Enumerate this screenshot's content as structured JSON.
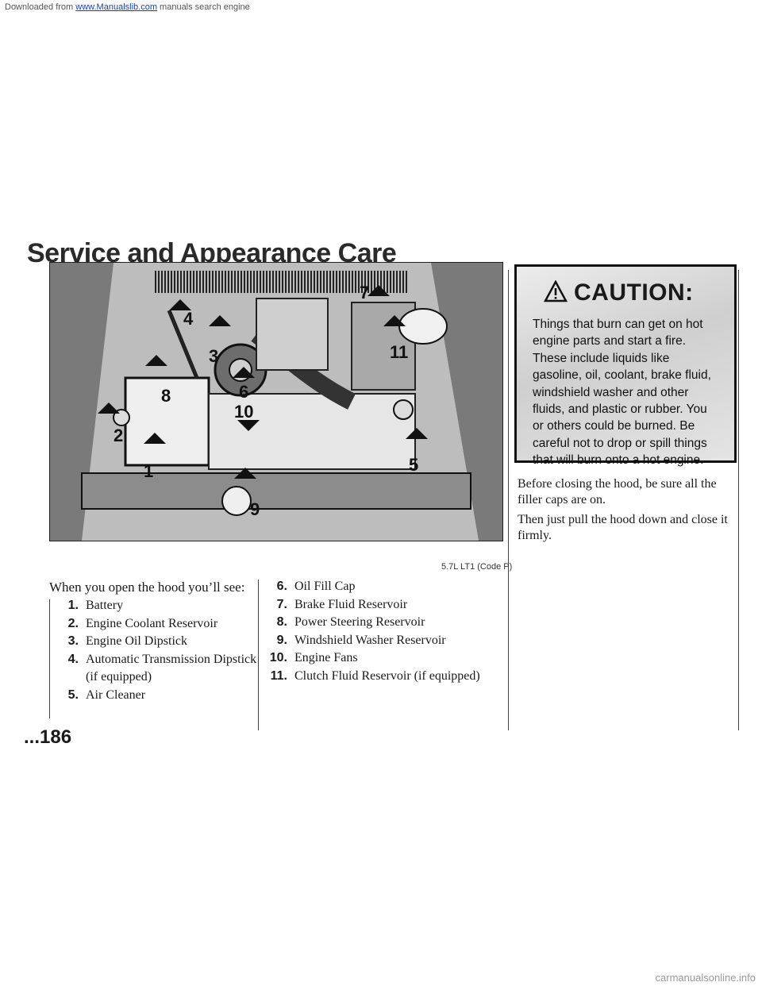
{
  "banner": {
    "prefix": "Downloaded from",
    "link": "www.Manualslib.com",
    "suffix": "manuals search engine"
  },
  "page": {
    "title": "Service and Appearance Care",
    "number": "...186"
  },
  "figure": {
    "caption": "5.7L LT1 (Code P)",
    "callouts": [
      "1",
      "2",
      "3",
      "4",
      "5",
      "6",
      "7",
      "8",
      "9",
      "10",
      "11"
    ]
  },
  "intro": "When you open the hood you’ll see:",
  "items_left": [
    {
      "num": "1.",
      "text": "Battery"
    },
    {
      "num": "2.",
      "text": "Engine Coolant Reservoir"
    },
    {
      "num": "3.",
      "text": "Engine Oil Dipstick"
    },
    {
      "num": "4.",
      "text": "Automatic Transmission Dipstick\n(if equipped)"
    },
    {
      "num": "5.",
      "text": "Air Cleaner"
    }
  ],
  "items_right": [
    {
      "num": "6.",
      "text": "Oil Fill Cap"
    },
    {
      "num": "7.",
      "text": "Brake Fluid Reservoir"
    },
    {
      "num": "8.",
      "text": "Power Steering Reservoir"
    },
    {
      "num": "9.",
      "text": "Windshield Washer Reservoir"
    },
    {
      "num": "10.",
      "text": "Engine Fans"
    },
    {
      "num": "11.",
      "text": "Clutch Fluid Reservoir (if equipped)"
    }
  ],
  "caution": {
    "title": "CAUTION:",
    "body": "Things that burn can get on hot engine parts and start a fire. These include liquids like gasoline, oil, coolant, brake fluid, windshield washer and other fluids, and plastic or rubber. You or others could be burned. Be careful not to drop or spill things that will burn onto a hot engine."
  },
  "paragraphs": [
    "Before closing the hood, be sure all the filler caps are on.",
    "Then just pull the hood down and close it firmly."
  ],
  "footer": "Downloaded from www.Manualslib.com manuals search engine",
  "footer_right": "carmanualsonline.info"
}
